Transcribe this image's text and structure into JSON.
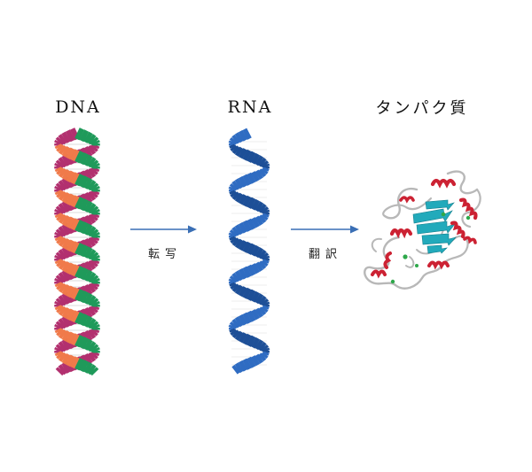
{
  "labels": {
    "dna": "DNA",
    "rna": "RNA",
    "protein": "タンパク質"
  },
  "steps": {
    "transcription": "転写",
    "translation": "翻訳"
  },
  "colors": {
    "dna_strand_green": "#1f9a5a",
    "dna_strand_orange": "#f07a4a",
    "dna_strand_magenta": "#b2306f",
    "rna_strand_blue": "#2f6cc2",
    "arrow_blue": "#3a6fb5",
    "protein_helix_red": "#cc2233",
    "protein_sheet_cyan": "#22aabb",
    "protein_coil_gray": "#b8b8b8"
  },
  "icons": {
    "dna": "double-helix-icon",
    "rna": "single-helix-icon",
    "protein": "protein-ribbon-icon",
    "arrow": "right-arrow-icon"
  }
}
